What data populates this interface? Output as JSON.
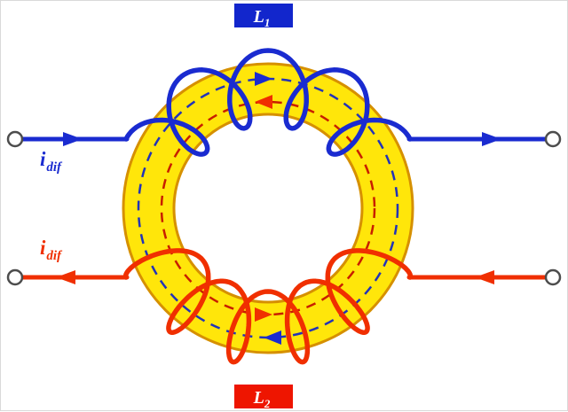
{
  "figure": {
    "labels": {
      "winding1": {
        "base": "L",
        "sub": "1"
      },
      "winding2": {
        "base": "L",
        "sub": "2"
      },
      "current_top": {
        "base": "i",
        "sub": "dif"
      },
      "current_bottom": {
        "base": "i",
        "sub": "dif"
      }
    },
    "colors": {
      "winding1": "#1a2bd0",
      "winding2": "#f02f00",
      "label1_box": "#1226cc",
      "label2_box": "#ee1500",
      "core_fill": "#ffe60a",
      "core_outline": "#d69000",
      "flux_path1": "#2233b8",
      "flux_path2": "#c81e00",
      "terminal": "#4d4d4d",
      "background": "#ffffff"
    }
  }
}
